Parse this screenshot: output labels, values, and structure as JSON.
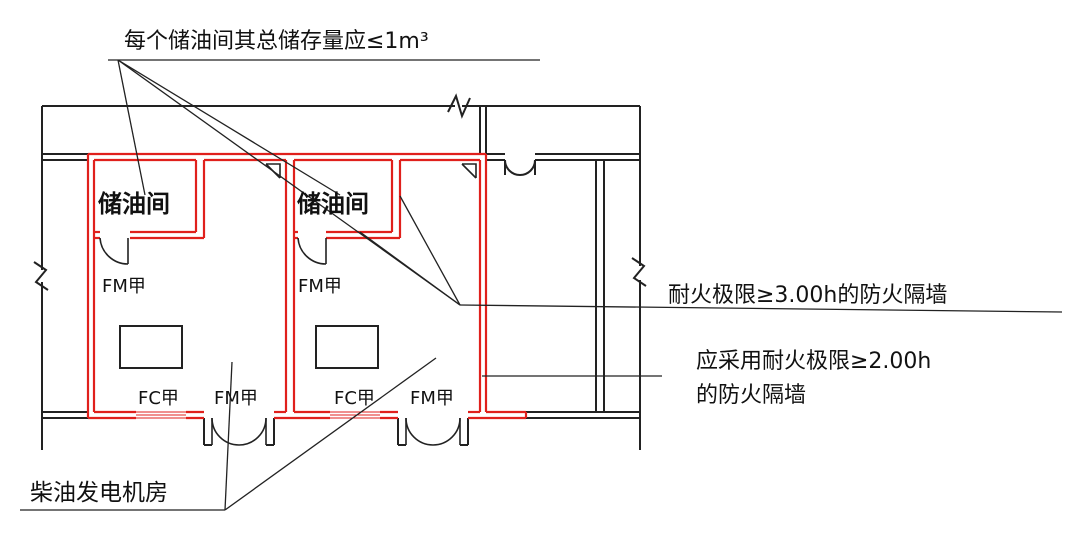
{
  "labels": {
    "storage_limit": "每个储油间其总储存量应≤1m³",
    "fire_wall_3h": "耐火极限≥3.00h的防火隔墙",
    "fire_wall_2h_line1": "应采用耐火极限≥2.00h",
    "fire_wall_2h_line2": "的防火隔墙",
    "generator_room": "柴油发电机房",
    "oil_room_left": "储油间",
    "oil_room_right": "储油间",
    "fm_left": "FM甲",
    "fm_right": "FM甲",
    "fc_left": "FC甲",
    "fm_bottom_left": "FM甲",
    "fc_right": "FC甲",
    "fm_bottom_right": "FM甲"
  },
  "colors": {
    "fire_wall": "#e0201c",
    "line": "#222222",
    "leader": "#222222"
  }
}
